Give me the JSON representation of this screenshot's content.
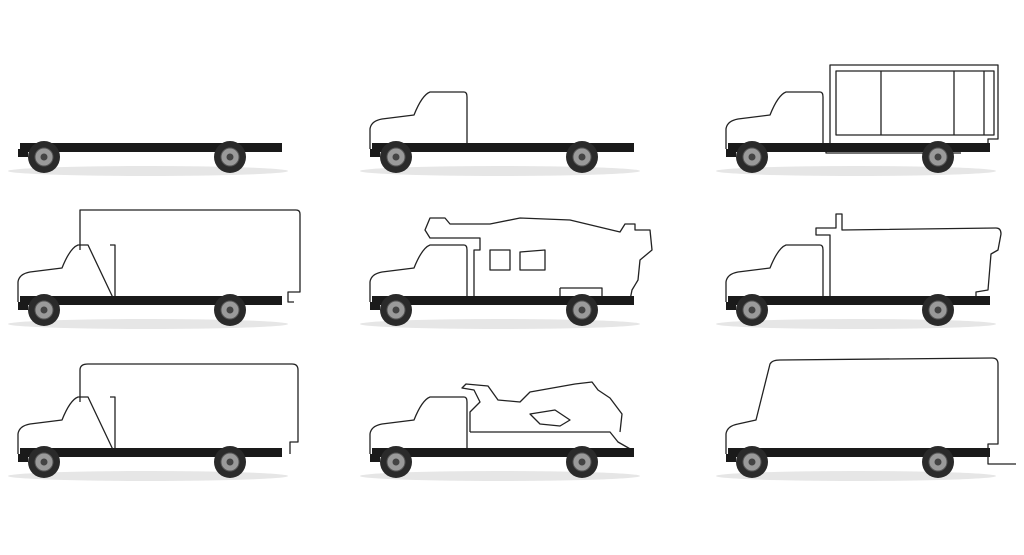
{
  "colors": {
    "background": "#ffffff",
    "outline": "#222222",
    "chassis": "#1a1a1a"
  },
  "variants": [
    "chassis-only",
    "cab-chassis",
    "stake-body",
    "box-body",
    "service-crane-body",
    "dump-body",
    "cutaway-van-body",
    "tow-wrecker-body",
    "step-van-body"
  ]
}
